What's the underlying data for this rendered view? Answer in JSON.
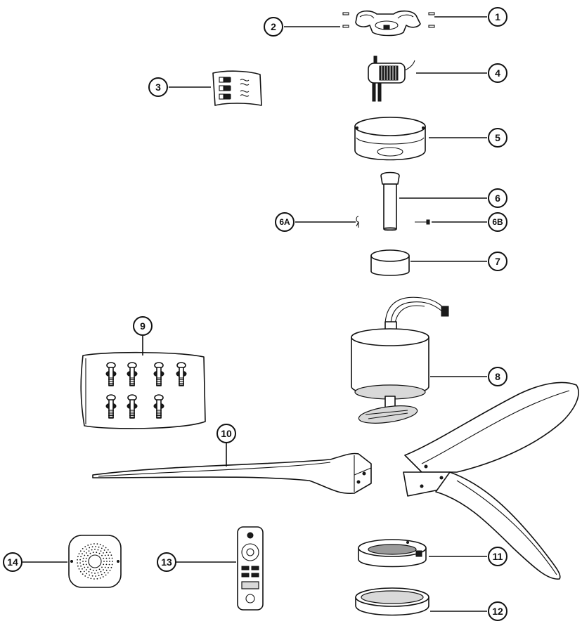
{
  "callouts": [
    {
      "id": "1",
      "label": "1"
    },
    {
      "id": "2",
      "label": "2"
    },
    {
      "id": "3",
      "label": "3"
    },
    {
      "id": "4",
      "label": "4"
    },
    {
      "id": "5",
      "label": "5"
    },
    {
      "id": "6",
      "label": "6"
    },
    {
      "id": "6A",
      "label": "6A"
    },
    {
      "id": "6B",
      "label": "6B"
    },
    {
      "id": "7",
      "label": "7"
    },
    {
      "id": "8",
      "label": "8"
    },
    {
      "id": "9",
      "label": "9"
    },
    {
      "id": "10",
      "label": "10"
    },
    {
      "id": "11",
      "label": "11"
    },
    {
      "id": "12",
      "label": "12"
    },
    {
      "id": "13",
      "label": "13"
    },
    {
      "id": "14",
      "label": "14"
    }
  ],
  "colors": {
    "line": "#111111",
    "background": "#ffffff",
    "fill_light": "#d9d9d9",
    "fill_dark": "#1a1a1a"
  }
}
